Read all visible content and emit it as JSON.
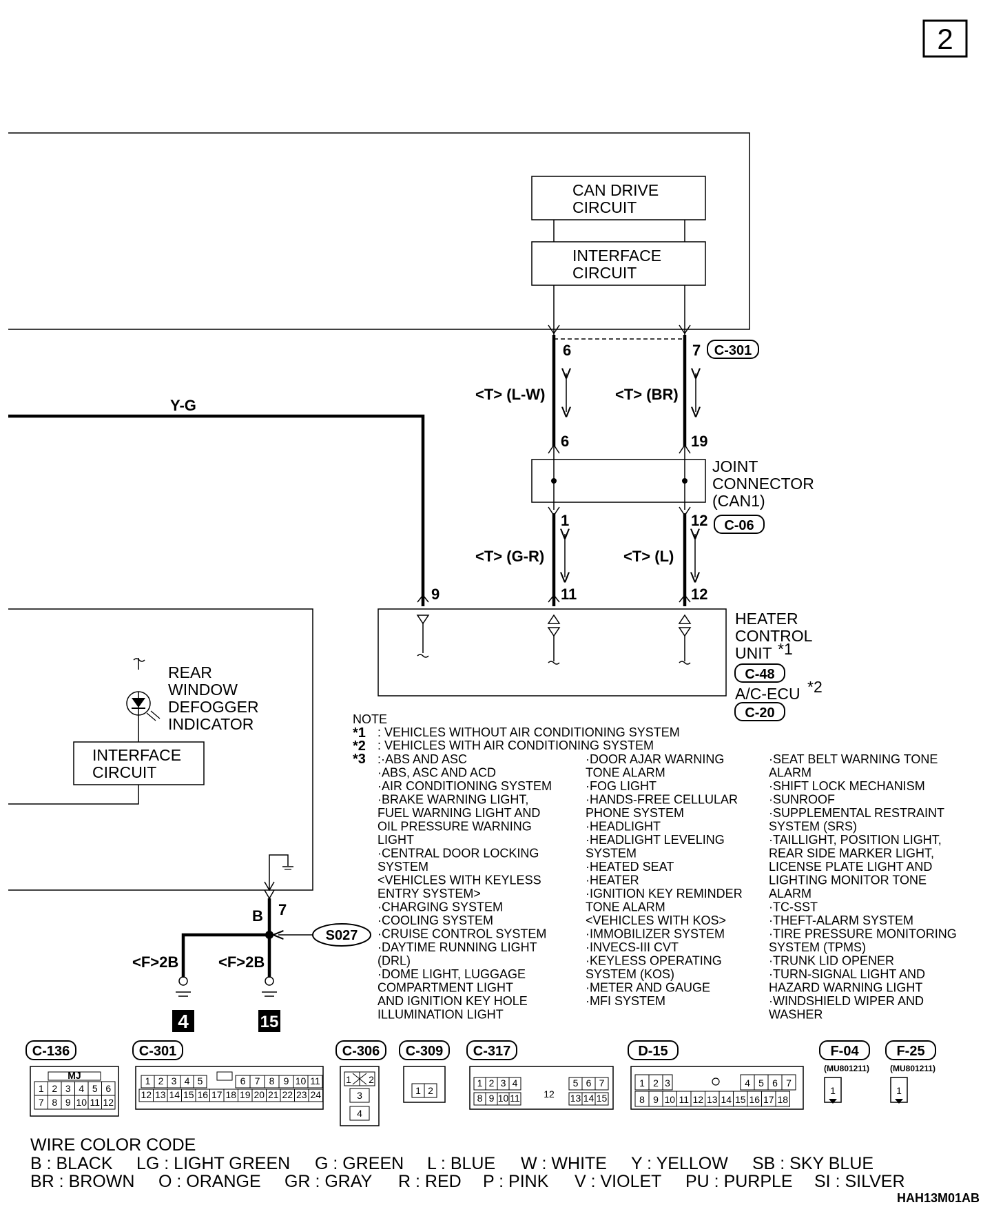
{
  "page_number": "2",
  "figure_code": "HAH13M01AB",
  "can_drive_circuit": [
    "CAN DRIVE",
    "CIRCUIT"
  ],
  "interface_circuit_top": [
    "INTERFACE",
    "CIRCUIT"
  ],
  "interface_circuit_left": [
    "INTERFACE",
    "CIRCUIT"
  ],
  "joint_connector": [
    "JOINT",
    "CONNECTOR",
    "(CAN1)"
  ],
  "heater_control_unit": [
    "HEATER",
    "CONTROL",
    "UNIT"
  ],
  "star1": "*1",
  "star2": "*2",
  "ac_ecu": "A/C-ECU",
  "rear_window_indicator": [
    "REAR",
    "WINDOW",
    "DEFOGGER",
    "INDICATOR"
  ],
  "wires": {
    "yg": "Y-G",
    "t_lw": "<T> (L-W)",
    "t_br": "<T> (BR)",
    "t_gr": "<T> (G-R)",
    "t_l": "<T> (L)",
    "b": "B",
    "f2b_left": "<F>2B",
    "f2b_right": "<F>2B"
  },
  "pins": {
    "p6_top": "6",
    "p7_top": "7",
    "p6_mid": "6",
    "p19": "19",
    "p1": "1",
    "p12_mid": "12",
    "p9": "9",
    "p11": "11",
    "p12_bot": "12",
    "p7_ground": "7"
  },
  "connectors": {
    "c301_top": "C-301",
    "c06": "C-06",
    "c48": "C-48",
    "c20": "C-20",
    "s027": "S027"
  },
  "ground_numbers": [
    "4",
    "15"
  ],
  "note": {
    "heading": "NOTE",
    "star1_text": ": VEHICLES WITHOUT AIR CONDITIONING SYSTEM",
    "star2_text": ": VEHICLES WITH AIR CONDITIONING SYSTEM",
    "star3": "*3",
    "col1": [
      ":·ABS AND ASC",
      "·ABS, ASC AND ACD",
      "·AIR CONDITIONING SYSTEM",
      "·BRAKE WARNING LIGHT,",
      " FUEL WARNING LIGHT AND",
      " OIL PRESSURE WARNING",
      " LIGHT",
      "·CENTRAL DOOR LOCKING",
      " SYSTEM",
      " <VEHICLES WITH KEYLESS",
      " ENTRY SYSTEM>",
      "·CHARGING SYSTEM",
      "·COOLING SYSTEM",
      "·CRUISE CONTROL SYSTEM",
      "·DAYTIME RUNNING LIGHT",
      " (DRL)",
      "·DOME LIGHT, LUGGAGE",
      " COMPARTMENT LIGHT",
      " AND IGNITION KEY HOLE",
      " ILLUMINATION LIGHT"
    ],
    "col2": [
      "·DOOR AJAR WARNING",
      " TONE ALARM",
      "·FOG LIGHT",
      "·HANDS-FREE CELLULAR",
      " PHONE SYSTEM",
      "·HEADLIGHT",
      "·HEADLIGHT LEVELING",
      " SYSTEM",
      "·HEATED SEAT",
      "·HEATER",
      "·IGNITION KEY REMINDER",
      " TONE ALARM",
      " <VEHICLES WITH KOS>",
      "·IMMOBILIZER SYSTEM",
      "·INVECS-III CVT",
      "·KEYLESS OPERATING",
      " SYSTEM (KOS)",
      "·METER AND GAUGE",
      "·MFI SYSTEM"
    ],
    "col3": [
      "·SEAT BELT WARNING TONE",
      " ALARM",
      "·SHIFT LOCK MECHANISM",
      "·SUNROOF",
      "·SUPPLEMENTAL RESTRAINT",
      " SYSTEM (SRS)",
      "·TAILLIGHT, POSITION LIGHT,",
      " REAR SIDE MARKER LIGHT,",
      " LICENSE PLATE LIGHT AND",
      " LIGHTING MONITOR TONE",
      " ALARM",
      "·TC-SST",
      "·THEFT-ALARM SYSTEM",
      "·TIRE PRESSURE MONITORING",
      " SYSTEM (TPMS)",
      "·TRUNK LID OPENER",
      "·TURN-SIGNAL LIGHT AND",
      " HAZARD WARNING LIGHT",
      "·WINDSHIELD WIPER AND",
      " WASHER"
    ]
  },
  "connector_views": {
    "c136": {
      "label": "C-136",
      "tag": "MJ",
      "row1": [
        "1",
        "2",
        "3",
        "4",
        "5",
        "6"
      ],
      "row2": [
        "7",
        "8",
        "9",
        "10",
        "11",
        "12"
      ]
    },
    "c301": {
      "label": "C-301",
      "row1": [
        "1",
        "2",
        "3",
        "4",
        "5",
        "6",
        "7",
        "8",
        "9",
        "10",
        "11"
      ],
      "row2": [
        "12",
        "13",
        "14",
        "15",
        "16",
        "17",
        "18",
        "19",
        "20",
        "21",
        "22",
        "23",
        "24"
      ]
    },
    "c306": {
      "label": "C-306",
      "pins": [
        "1",
        "2",
        "3",
        "4"
      ]
    },
    "c309": {
      "label": "C-309",
      "pins": [
        "1",
        "2"
      ]
    },
    "c317": {
      "label": "C-317",
      "row1": [
        "1",
        "2",
        "3",
        "4",
        "5",
        "6",
        "7"
      ],
      "row2": [
        "8",
        "9",
        "10",
        "11",
        "13",
        "14",
        "15"
      ],
      "center": "12"
    },
    "d15": {
      "label": "D-15",
      "row1": [
        "1",
        "2",
        "3",
        "4",
        "5",
        "6",
        "7"
      ],
      "row2": [
        "8",
        "9",
        "10",
        "11",
        "12",
        "13",
        "14",
        "15",
        "16",
        "17",
        "18"
      ]
    },
    "f04": {
      "label": "F-04",
      "part": "(MU801211)",
      "pin": "1"
    },
    "f25": {
      "label": "F-25",
      "part": "(MU801211)",
      "pin": "1"
    }
  },
  "wire_color_code": {
    "title": "WIRE COLOR CODE",
    "row1": [
      "B : BLACK",
      "LG : LIGHT GREEN",
      "G : GREEN",
      "L : BLUE",
      "W : WHITE",
      "Y : YELLOW",
      "SB : SKY BLUE"
    ],
    "row2": [
      "BR : BROWN",
      "O : ORANGE",
      "GR : GRAY",
      "R : RED",
      "P : PINK",
      "V : VIOLET",
      "PU : PURPLE",
      "SI : SILVER"
    ]
  }
}
